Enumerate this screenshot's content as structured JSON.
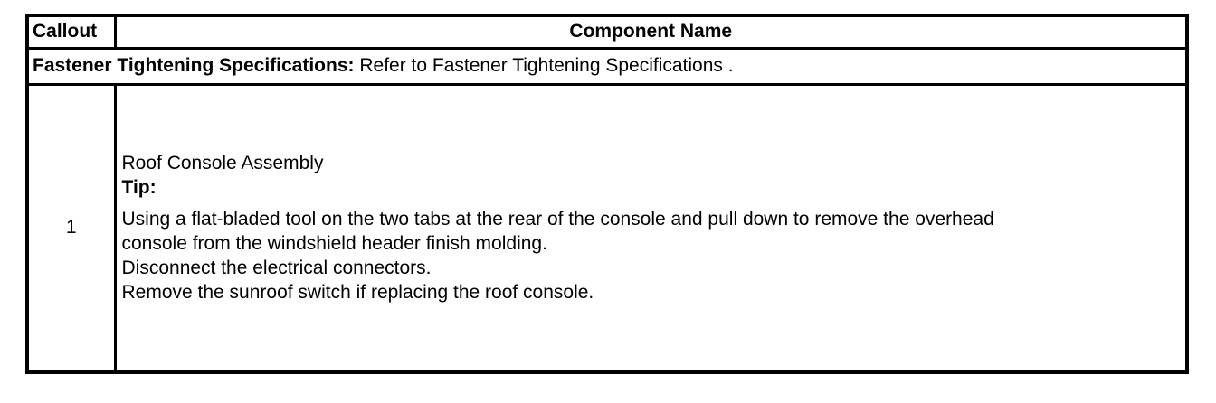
{
  "colors": {
    "background": "#ffffff",
    "text": "#000000",
    "border": "#000000"
  },
  "table": {
    "header": {
      "callout_label": "Callout",
      "component_label": "Component Name"
    },
    "spec_row": {
      "label_bold": "Fastener Tightening Specifications:",
      "label_rest": "Refer to Fastener Tightening Specifications ."
    },
    "rows": [
      {
        "callout": "1",
        "component_title": "Roof Console Assembly",
        "tip_label": "Tip:",
        "tip_items": [
          "Using a flat-bladed tool on the two tabs at the rear of the console and pull down to remove the overhead console from the windshield header finish molding.",
          "Disconnect the electrical connectors.",
          "Remove the sunroof switch if replacing the roof console."
        ]
      }
    ]
  }
}
